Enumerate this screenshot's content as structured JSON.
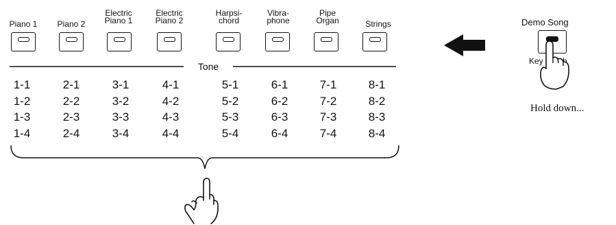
{
  "buttons": [
    {
      "label": "Piano 1"
    },
    {
      "label": "Piano 2"
    },
    {
      "label": "Electric Piano 1"
    },
    {
      "label": "Electric Piano 2"
    },
    {
      "label": "Harpsi-chord"
    },
    {
      "label": "Vibra-phone"
    },
    {
      "label": "Pipe Organ"
    },
    {
      "label": "Strings"
    }
  ],
  "tone_label": "Tone",
  "tones": [
    [
      "1-1",
      "1-2",
      "1-3",
      "1-4"
    ],
    [
      "2-1",
      "2-2",
      "2-3",
      "2-4"
    ],
    [
      "3-1",
      "3-2",
      "3-3",
      "3-4"
    ],
    [
      "4-1",
      "4-2",
      "4-3",
      "4-4"
    ],
    [
      "5-1",
      "5-2",
      "5-3",
      "5-4"
    ],
    [
      "6-1",
      "6-2",
      "6-3",
      "6-4"
    ],
    [
      "7-1",
      "7-2",
      "7-3",
      "7-4"
    ],
    [
      "8-1",
      "8-2",
      "8-3",
      "8-4"
    ]
  ],
  "demo": {
    "label": "Demo Song",
    "sub_label": "Key Touch",
    "instruction": "Hold down..."
  },
  "icons": {
    "arrow": "left-arrow-icon",
    "pressing_hand": "pointing-hand-icon"
  }
}
